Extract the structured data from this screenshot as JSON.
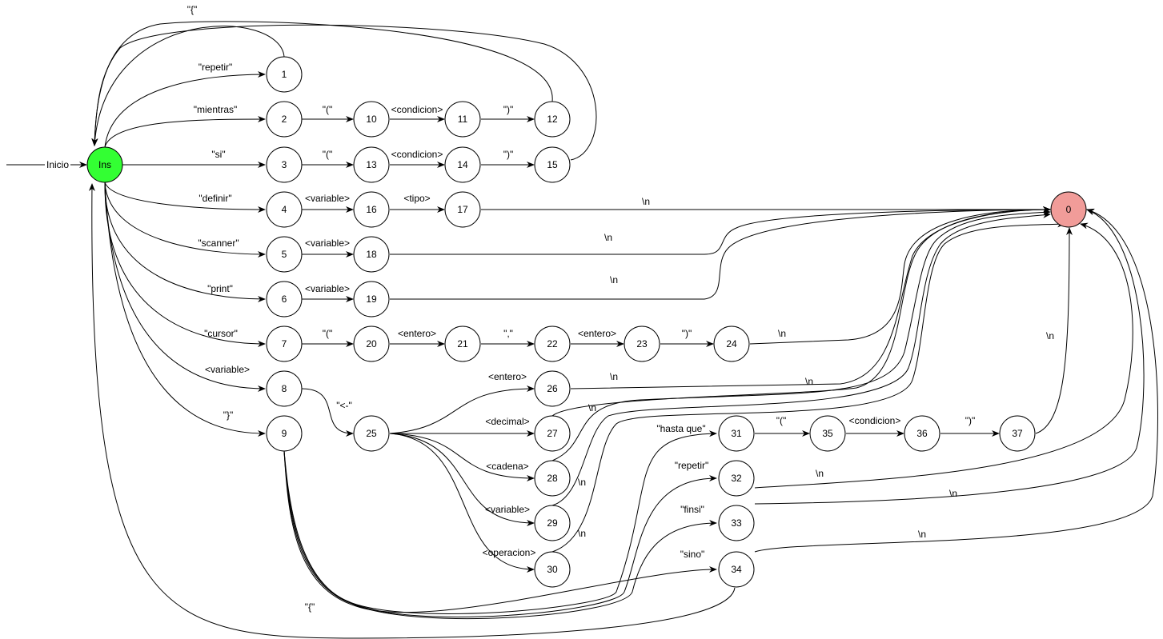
{
  "colors": {
    "start_fill": "#33ff33",
    "accept_fill": "#f19c99",
    "node_fill": "#ffffff",
    "stroke": "#000000"
  },
  "start_label": "Inicio",
  "nodes": {
    "ins": "Ins",
    "n0": "0",
    "n1": "1",
    "n2": "2",
    "n3": "3",
    "n4": "4",
    "n5": "5",
    "n6": "6",
    "n7": "7",
    "n8": "8",
    "n9": "9",
    "n10": "10",
    "n11": "11",
    "n12": "12",
    "n13": "13",
    "n14": "14",
    "n15": "15",
    "n16": "16",
    "n17": "17",
    "n18": "18",
    "n19": "19",
    "n20": "20",
    "n21": "21",
    "n22": "22",
    "n23": "23",
    "n24": "24",
    "n25": "25",
    "n26": "26",
    "n27": "27",
    "n28": "28",
    "n29": "29",
    "n30": "30",
    "n31": "31",
    "n32": "32",
    "n33": "33",
    "n34": "34",
    "n35": "35",
    "n36": "36",
    "n37": "37"
  },
  "edge_labels": {
    "ins_1": "\"repetir\"",
    "ins_2": "\"mientras\"",
    "ins_3": "\"si\"",
    "ins_4": "\"definir\"",
    "ins_5": "\"scanner\"",
    "ins_6": "\"print\"",
    "ins_7": "\"cursor\"",
    "ins_8": "<variable>",
    "ins_9": "\"}\"",
    "n1_ins": "\"{\"",
    "n2_10": "\"(\"",
    "n10_11": "<condicion>",
    "n11_12": "\")\"",
    "n3_13": "\"(\"",
    "n13_14": "<condicion>",
    "n14_15": "\")\"",
    "n4_16": "<variable>",
    "n16_17": "<tipo>",
    "n17_0": "\\n",
    "n5_18": "<variable>",
    "n18_0": "\\n",
    "n6_19": "<variable>",
    "n19_0": "\\n",
    "n7_20": "\"(\"",
    "n20_21": "<entero>",
    "n21_22": "\",\"",
    "n22_23": "<entero>",
    "n23_24": "\")\"",
    "n24_0": "\\n",
    "n8_25": "\"<-\"",
    "n25_26": "<entero>",
    "n25_27": "<decimal>",
    "n25_28": "<cadena>",
    "n25_29": "<variable>",
    "n25_30": "<operacion>",
    "n26_0": "\\n",
    "n27_0": "\\n",
    "n28_0": "\\n",
    "n29_0": "\\n",
    "n30_0": "\\n",
    "n9_31": "\"hasta que\"",
    "n9_32": "\"repetir\"",
    "n9_33": "\"finsi\"",
    "n9_34": "\"sino\"",
    "n31_35": "\"(\"",
    "n35_36": "<condicion>",
    "n36_37": "\")\"",
    "n37_0": "\\n",
    "n32_0": "\\n",
    "n33_0": "\\n",
    "n34_0": "\\n",
    "n34_ins": "\"{\""
  }
}
